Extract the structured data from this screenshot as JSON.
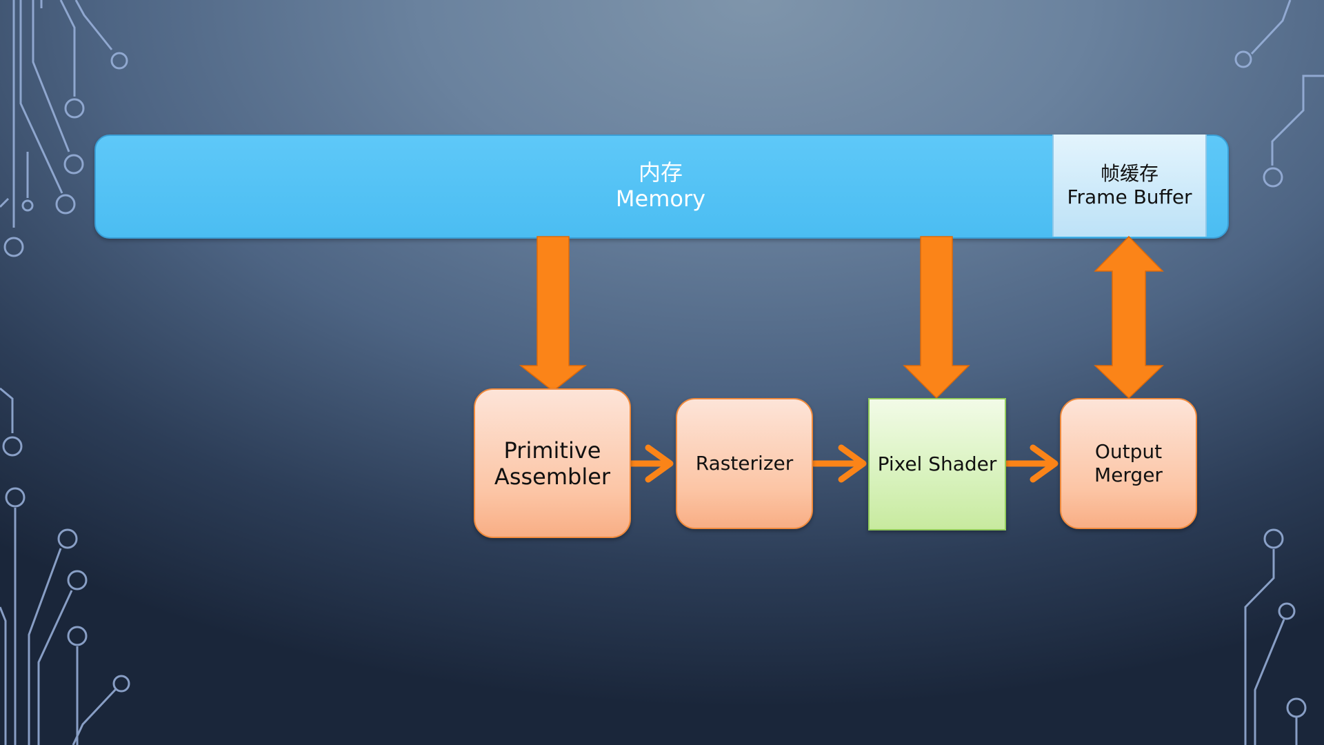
{
  "memory": {
    "label_cn": "内存",
    "label_en": "Memory"
  },
  "frame_buffer": {
    "label_cn": "帧缓存",
    "label_en": "Frame Buffer"
  },
  "stages": {
    "primitive_assembler": [
      "Primitive",
      "Assembler"
    ],
    "rasterizer": "Rasterizer",
    "pixel_shader": "Pixel Shader",
    "output_merger": [
      "Output",
      "Merger"
    ]
  },
  "colors": {
    "memory": "#4bbdf2",
    "frame_buffer": "#d2ecfb",
    "stage": "#fcc5a5",
    "shader": "#d8f2bd",
    "arrow": "#fb8418",
    "circuit": "#9cb4de"
  }
}
